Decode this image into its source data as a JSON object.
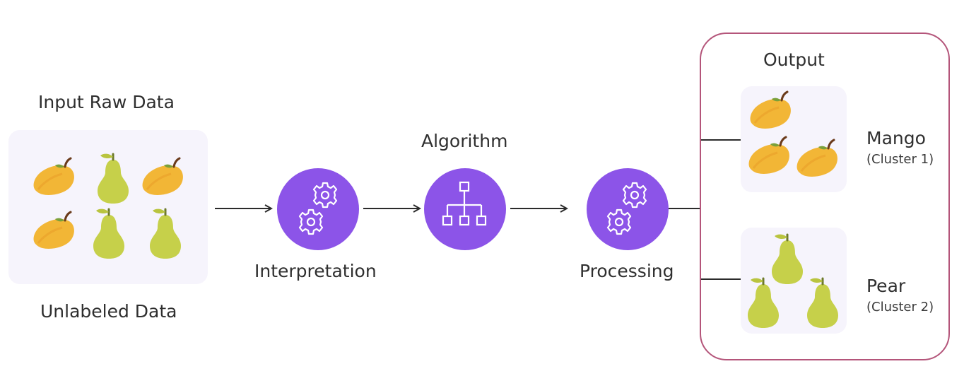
{
  "input": {
    "title": "Input Raw Data",
    "caption": "Unlabeled Data"
  },
  "steps": {
    "interpretation": "Interpretation",
    "algorithm": "Algorithm",
    "processing": "Processing"
  },
  "output": {
    "title": "Output",
    "clusters": [
      {
        "name": "Mango",
        "subtitle": "(Cluster 1)"
      },
      {
        "name": "Pear",
        "subtitle": "(Cluster 2)"
      }
    ]
  },
  "colors": {
    "accent_purple": "#8c54e8",
    "output_border": "#b4557a",
    "mango": "#f2b636",
    "pear": "#c6d04a",
    "panel_bg": "#f6f4fc"
  },
  "icons": {
    "interpretation": "gears-icon",
    "algorithm": "hierarchy-icon",
    "processing": "gears-icon"
  }
}
